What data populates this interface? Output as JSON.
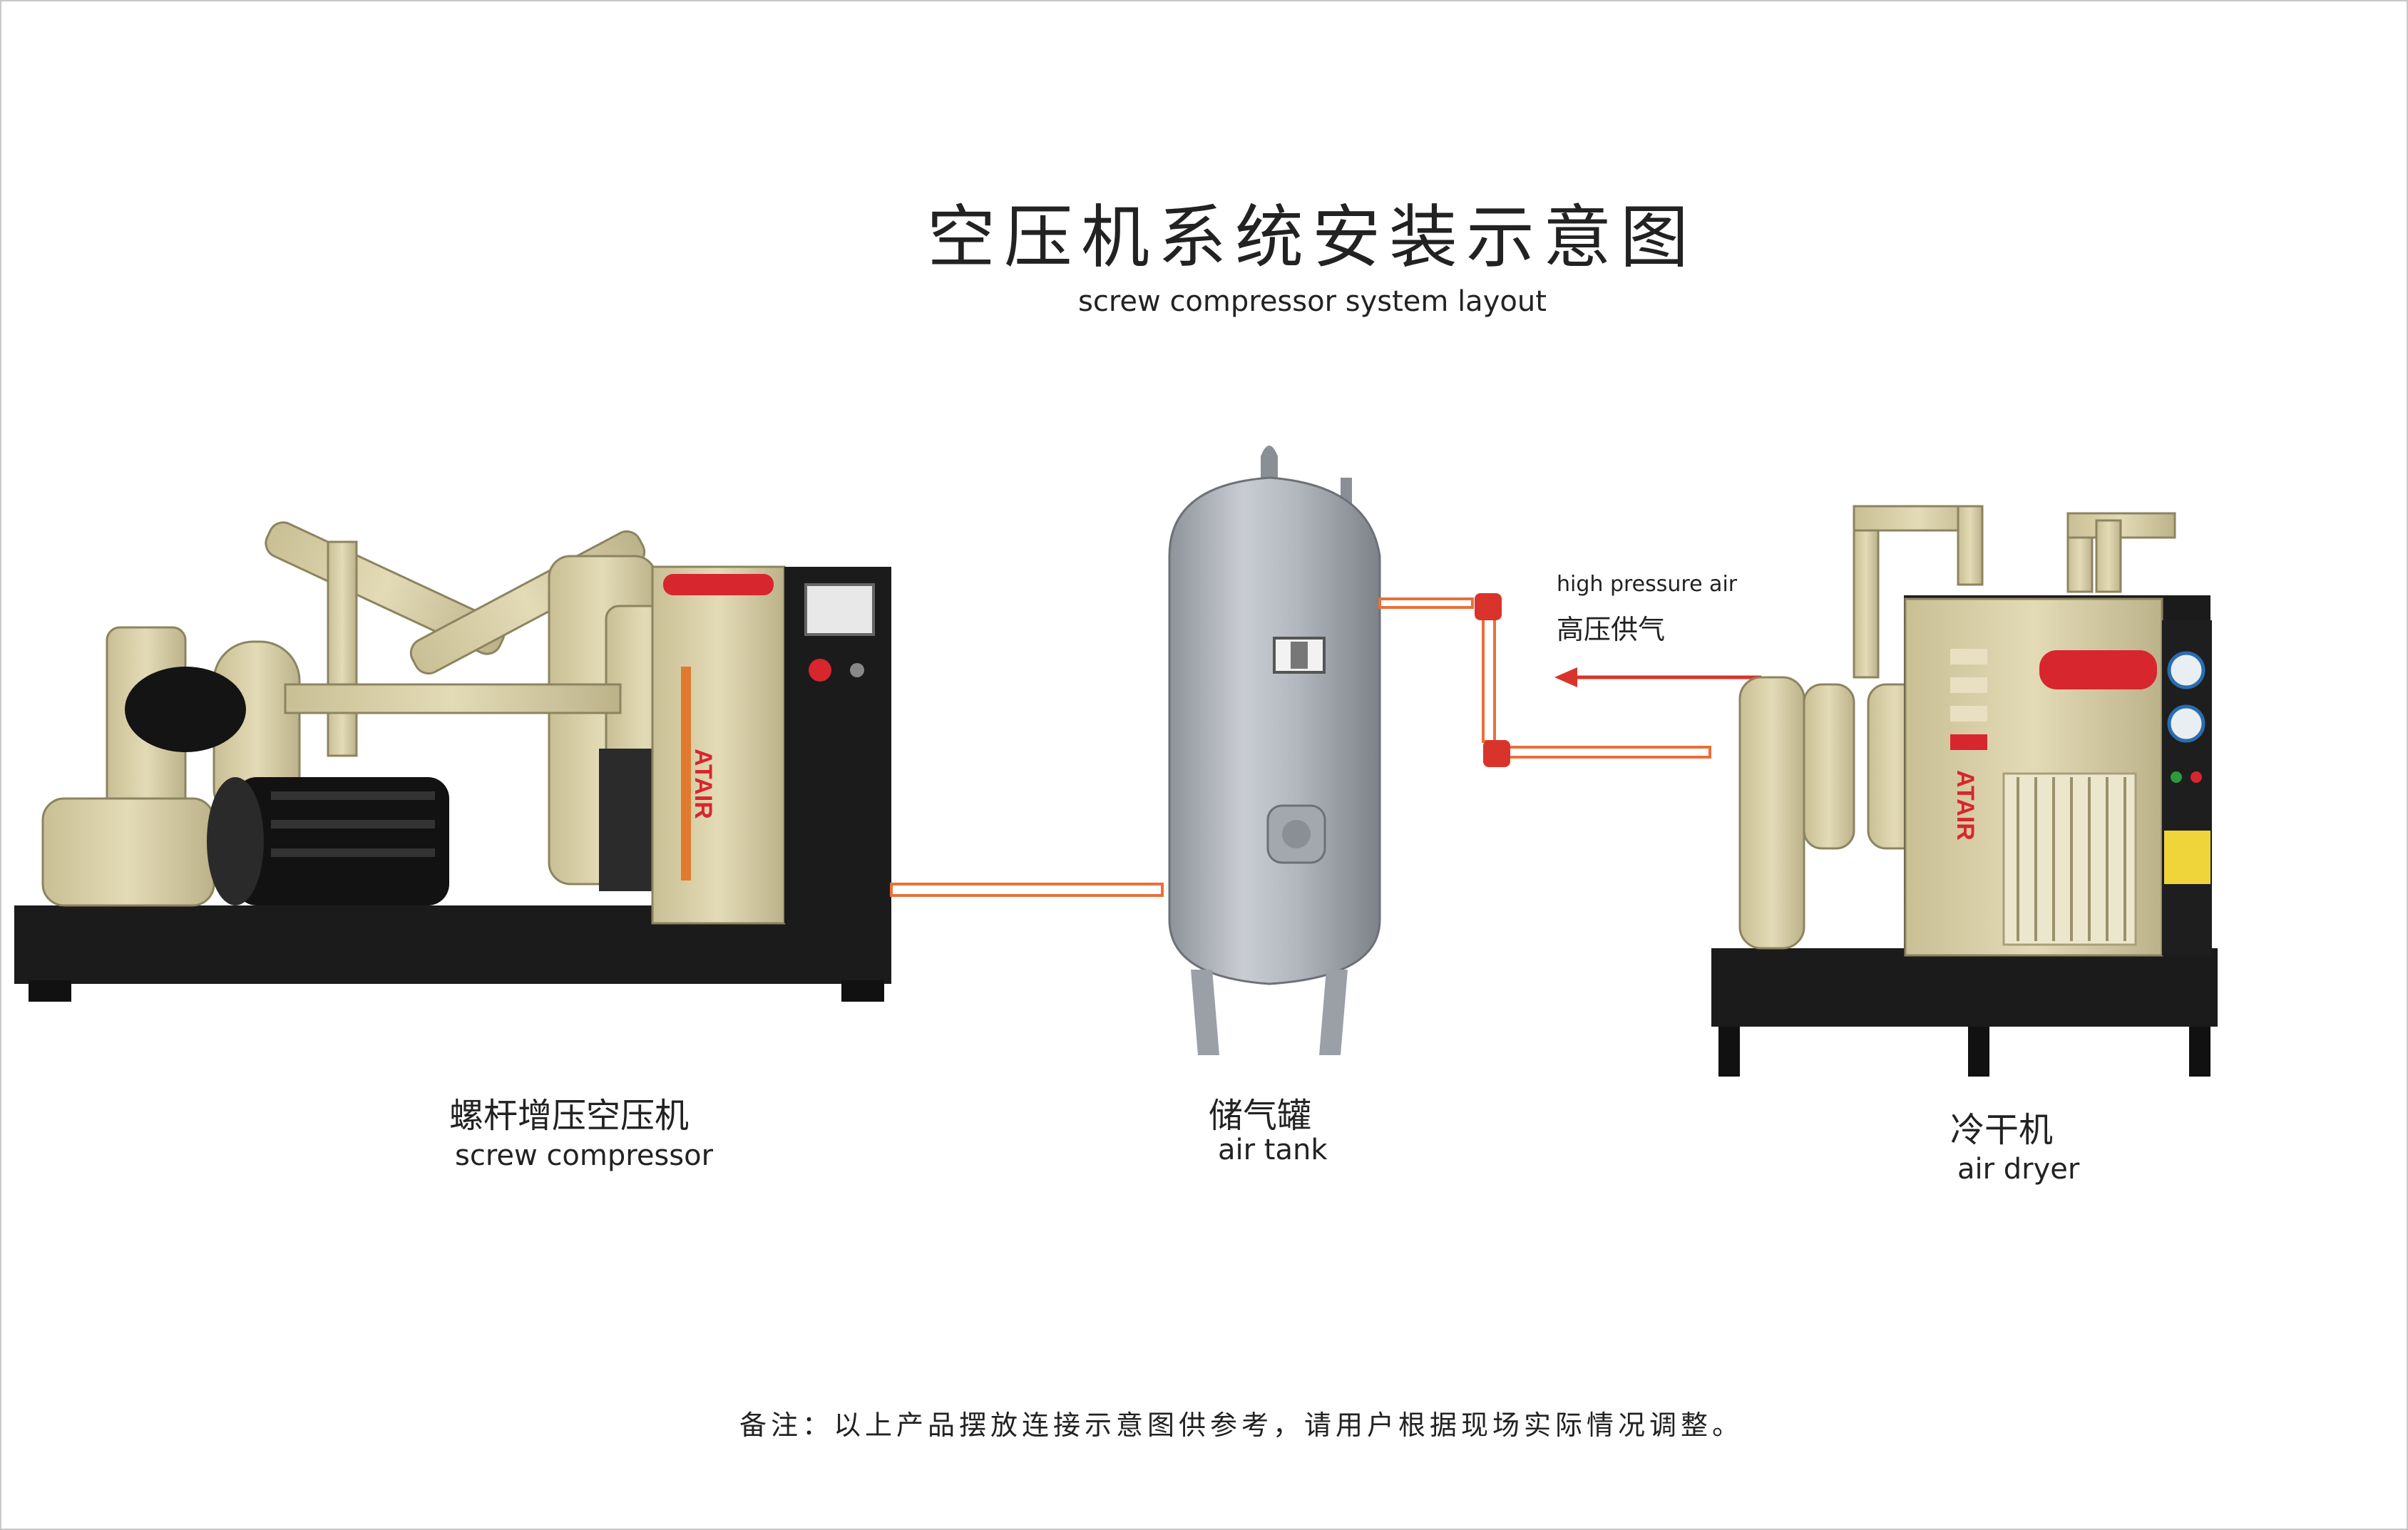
{
  "title": "空压机系统安装示意图",
  "subtitle": "screw compressor system layout",
  "compressor": {
    "label_cn": "螺杆增压空压机",
    "label_en": "screw compressor",
    "brand": "ATAIR"
  },
  "tank": {
    "label_cn": "储气罐",
    "label_en": "air tank"
  },
  "dryer": {
    "label_cn": "冷干机",
    "label_en": "air dryer",
    "brand": "ATAIR"
  },
  "flow": {
    "label_en": "high pressure air",
    "label_cn": "高压供气"
  },
  "note": "备注：以上产品摆放连接示意图供参考，请用户根据现场实际情况调整。",
  "colors": {
    "pipe": "#e8703a",
    "arrow": "#d9342b",
    "machine_beige": "#d8cfa8",
    "base": "#1b1b1b",
    "tank": "#a9aeb5",
    "panel_red": "#d8262e"
  }
}
